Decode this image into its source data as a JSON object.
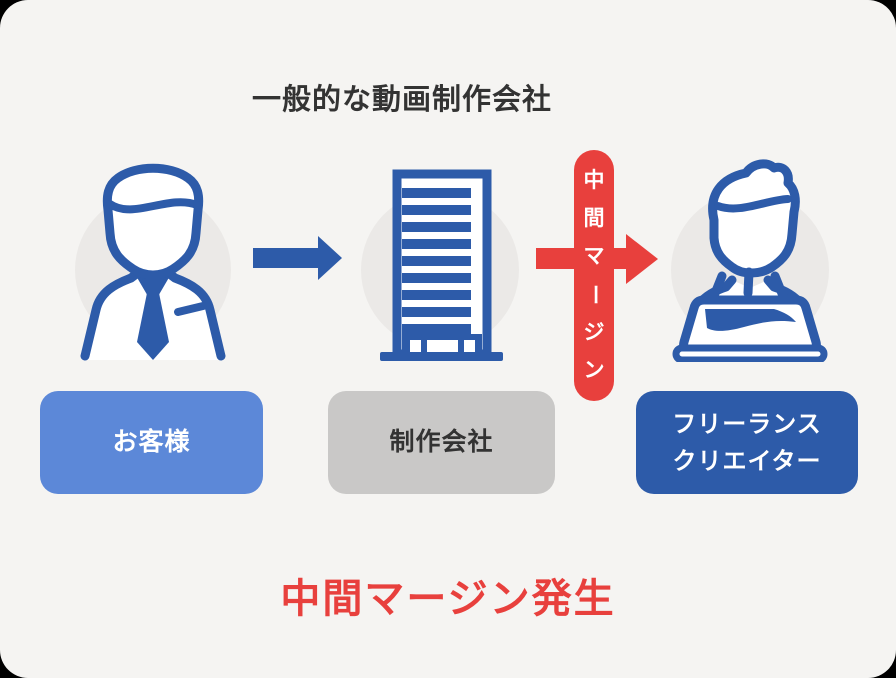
{
  "header": {
    "title": "一般的な動画制作会社"
  },
  "flow": {
    "entities": [
      {
        "id": "customer",
        "label": "お客様",
        "icon": "businessman-icon"
      },
      {
        "id": "production-company",
        "label": "制作会社",
        "icon": "office-building-icon"
      },
      {
        "id": "freelance-creator",
        "label_line1": "フリーランス",
        "label_line2": "クリエイター",
        "icon": "freelancer-laptop-icon"
      }
    ],
    "arrows": [
      {
        "from": "customer",
        "to": "production-company",
        "color": "#2d5ba9"
      },
      {
        "from": "production-company",
        "to": "freelance-creator",
        "color": "#e8403d",
        "tag": "中間マージン"
      }
    ],
    "margin_tag": {
      "text": "中間マージン",
      "chars": [
        "中",
        "間",
        "マ",
        "ー",
        "ジ",
        "ン"
      ]
    }
  },
  "caption": {
    "text": "中間マージン発生"
  },
  "colors": {
    "blue": "#2d5ba9",
    "light-blue": "#5c88d8",
    "gray-box": "#c9c8c7",
    "red": "#e8403d",
    "card-bg": "#f5f4f2",
    "circle-bg": "#ebe9e7",
    "title-color": "#333333"
  }
}
